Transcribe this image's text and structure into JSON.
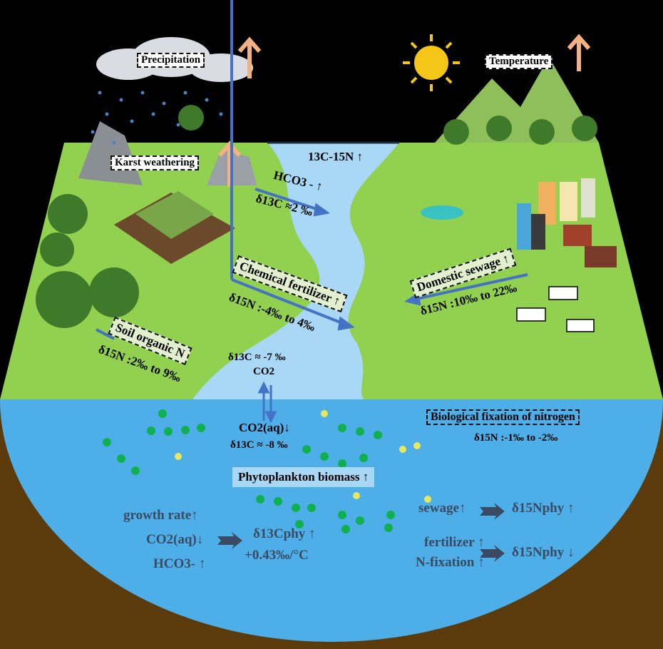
{
  "labels": {
    "precipitation": "Precipitation",
    "temperature": "Temperature",
    "karst_weathering": "Karst weathering",
    "c_n": "13C-15N ↑",
    "hco3": "HCO3 - ↑",
    "d13c_karst": "δ13C ≈2 ‰",
    "chemical_fertilizer": "Chemical fertilizer ↑",
    "d15n_fertilizer": "δ15N :-4‰ to 4‰",
    "domestic_sewage": "Domestic sewage ↑",
    "d15n_sewage": "δ15N :10‰ to 22‰",
    "soil_organic_n": "Soil organic N",
    "d15n_soil": "δ15N :2‰ to 9‰",
    "d13c_co2": "δ13C ≈ -7 ‰",
    "co2": "CO2",
    "co2aq": "CO2(aq)↓",
    "d13c_co2aq": "δ13C ≈ -8 ‰",
    "bio_fixation": "Biological fixation of nitrogen",
    "d15n_fixation": "δ15N :-1‰ to -2‰",
    "phyto_biomass": "Phytoplankton biomass ↑",
    "growth_rate": "growth rate↑",
    "co2aq_down": "CO2(aq)↓",
    "hco3_up": "HCO3- ↑",
    "d13c_phy": "δ13Cphy ↑",
    "temp_coeff": "+0.43‰/°C",
    "sewage_up": "sewage↑",
    "d15n_phy_up": "δ15Nphy ↑",
    "fertilizer_up": "fertilizer ↑",
    "nfix_up": "N-fixation ↑",
    "d15n_phy_down": "δ15Nphy ↓"
  },
  "colors": {
    "land": "#92d050",
    "river": "#a9d8f7",
    "lake": "#4eaee8",
    "soil": "#5b3a0c",
    "arrow": "#4472c4",
    "dark_arrow": "#3a4a63",
    "sun": "#f5c518",
    "up_arrow": "#f4b183"
  }
}
